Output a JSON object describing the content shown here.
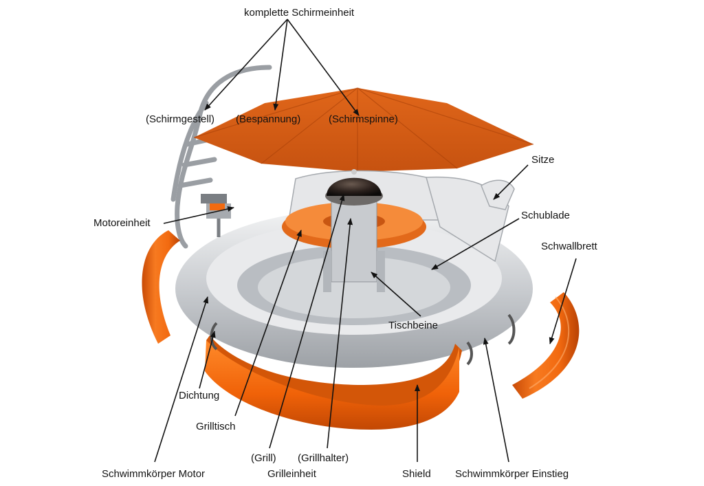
{
  "labels": {
    "komplette_schirmeinheit": "komplette Schirmeinheit",
    "schirmgestell": "(Schirmgestell)",
    "bespannung": "(Bespannung)",
    "schirmspinne": "(Schirmspinne)",
    "sitze": "Sitze",
    "motoreinheit": "Motoreinheit",
    "schublade": "Schublade",
    "schwallbrett": "Schwallbrett",
    "tischbeine": "Tischbeine",
    "dichtung": "Dichtung",
    "grilltisch": "Grilltisch",
    "grill": "(Grill)",
    "grillhalter": "(Grillhalter)",
    "grilleinheit": "Grilleinheit",
    "shield": "Shield",
    "schwimmkoerper_motor": "Schwimmkörper Motor",
    "schwimmkoerper_einstieg": "Schwimmkörper Einstieg"
  },
  "colors": {
    "orange_main": "#f26a10",
    "orange_dark": "#c84a06",
    "silver": "#d8dadc",
    "silver_dark": "#8f9398",
    "arrow": "#111111"
  }
}
